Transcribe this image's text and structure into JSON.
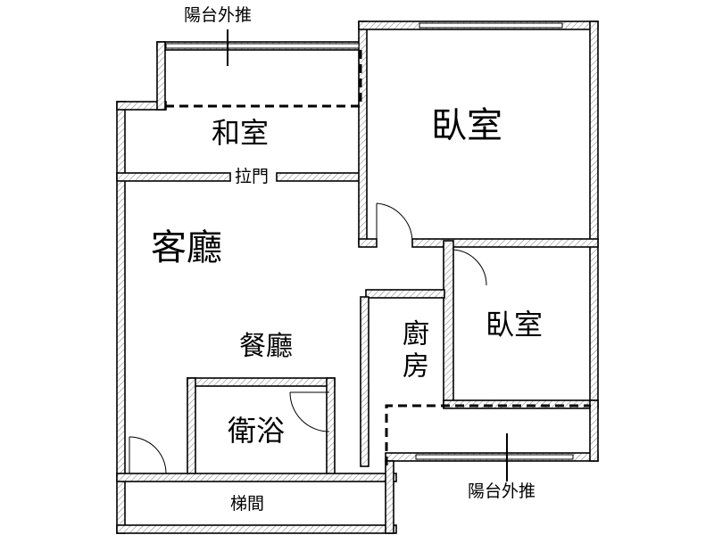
{
  "labels": {
    "balcony_top": "陽台外推",
    "balcony_bottom": "陽台外推",
    "japanese_room": "和室",
    "sliding_door": "拉門",
    "bedroom_main": "臥室",
    "living_room": "客廳",
    "bedroom_second": "臥室",
    "dining_room": "餐廳",
    "kitchen": "廚房",
    "bathroom": "衛浴",
    "stairwell": "梯間"
  },
  "colors": {
    "wall_outline": "#000000",
    "wall_hatch": "#8c8c8c",
    "background": "#ffffff",
    "dashed_extension": "#000000"
  }
}
